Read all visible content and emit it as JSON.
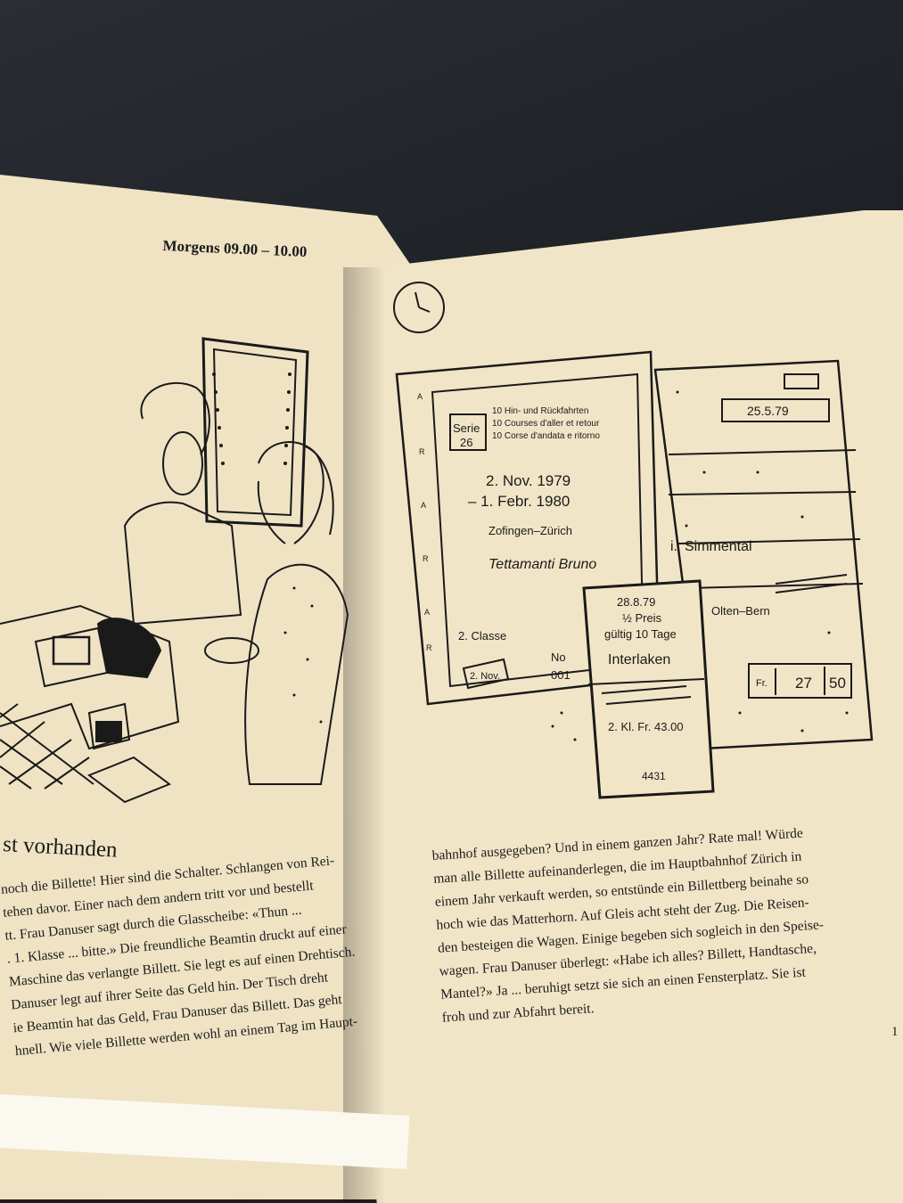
{
  "header": {
    "time_range": "Morgens 09.00 – 10.00"
  },
  "left_page": {
    "title": "st vorhanden",
    "lines": [
      "noch die Billette! Hier sind die Schalter. Schlangen von Rei-",
      "tehen davor. Einer nach dem andern tritt vor und bestellt",
      "tt. Frau Danuser sagt durch die Glasscheibe: «Thun ...",
      ". 1. Klasse ... bitte.» Die freundliche Beamtin druckt auf einer",
      "Maschine das verlangte Billett. Sie legt es auf einen Drehtisch.",
      "Danuser legt auf ihrer Seite das Geld hin. Der Tisch dreht",
      "ie Beamtin hat das Geld, Frau Danuser das Billett. Das geht",
      "hnell. Wie viele Billette werden wohl an einem Tag im Haupt-"
    ]
  },
  "right_page": {
    "lines": [
      "bahnhof ausgegeben? Und in einem ganzen Jahr? Rate mal! Würde",
      "man alle Billette aufeinanderlegen, die im Hauptbahnhof Zürich in",
      "einem Jahr verkauft werden, so entstünde ein Billettberg beinahe so",
      "hoch wie das Matterhorn. Auf Gleis acht steht der Zug. Die Reisen-",
      "den besteigen die Wagen. Einige begeben sich sogleich in den Speise-",
      "wagen. Frau Danuser überlegt: «Habe ich alles? Billett, Handtasche,",
      "Mantel?» Ja ... beruhigt setzt sie sich an einen Fensterplatz. Sie ist",
      "froh und zur Abfahrt bereit."
    ],
    "page_number": "1"
  },
  "tickets": {
    "back_date": "25.5.79",
    "back_route": "Simmental",
    "back_route_prefix": "i.",
    "olten": "Olten–Bern",
    "fare_label": "Fr.",
    "fare_whole": "27",
    "fare_cents": "50",
    "serie_label": "Serie",
    "serie_no": "26",
    "trips": [
      "10  Hin- und Rückfahrten",
      "10  Courses d'aller et retour",
      "10  Corse d'andata e ritorno"
    ],
    "valid_from": "2. Nov. 1979",
    "valid_to": "– 1. Febr. 1980",
    "route": "Zofingen–Zürich",
    "holder": "Tettamanti Bruno",
    "klasse": "2. Classe",
    "stamp": "2. Nov.",
    "no_label": "No",
    "no_value": "001",
    "half_date": "28.8.79",
    "half_price": "½ Preis",
    "validity": "gültig 10 Tage",
    "destination": "Interlaken",
    "class_fare": "2. Kl. Fr. 43.00",
    "serial": "4431",
    "border_letters": [
      "A",
      "R",
      "A",
      "R",
      "A",
      "R"
    ]
  }
}
